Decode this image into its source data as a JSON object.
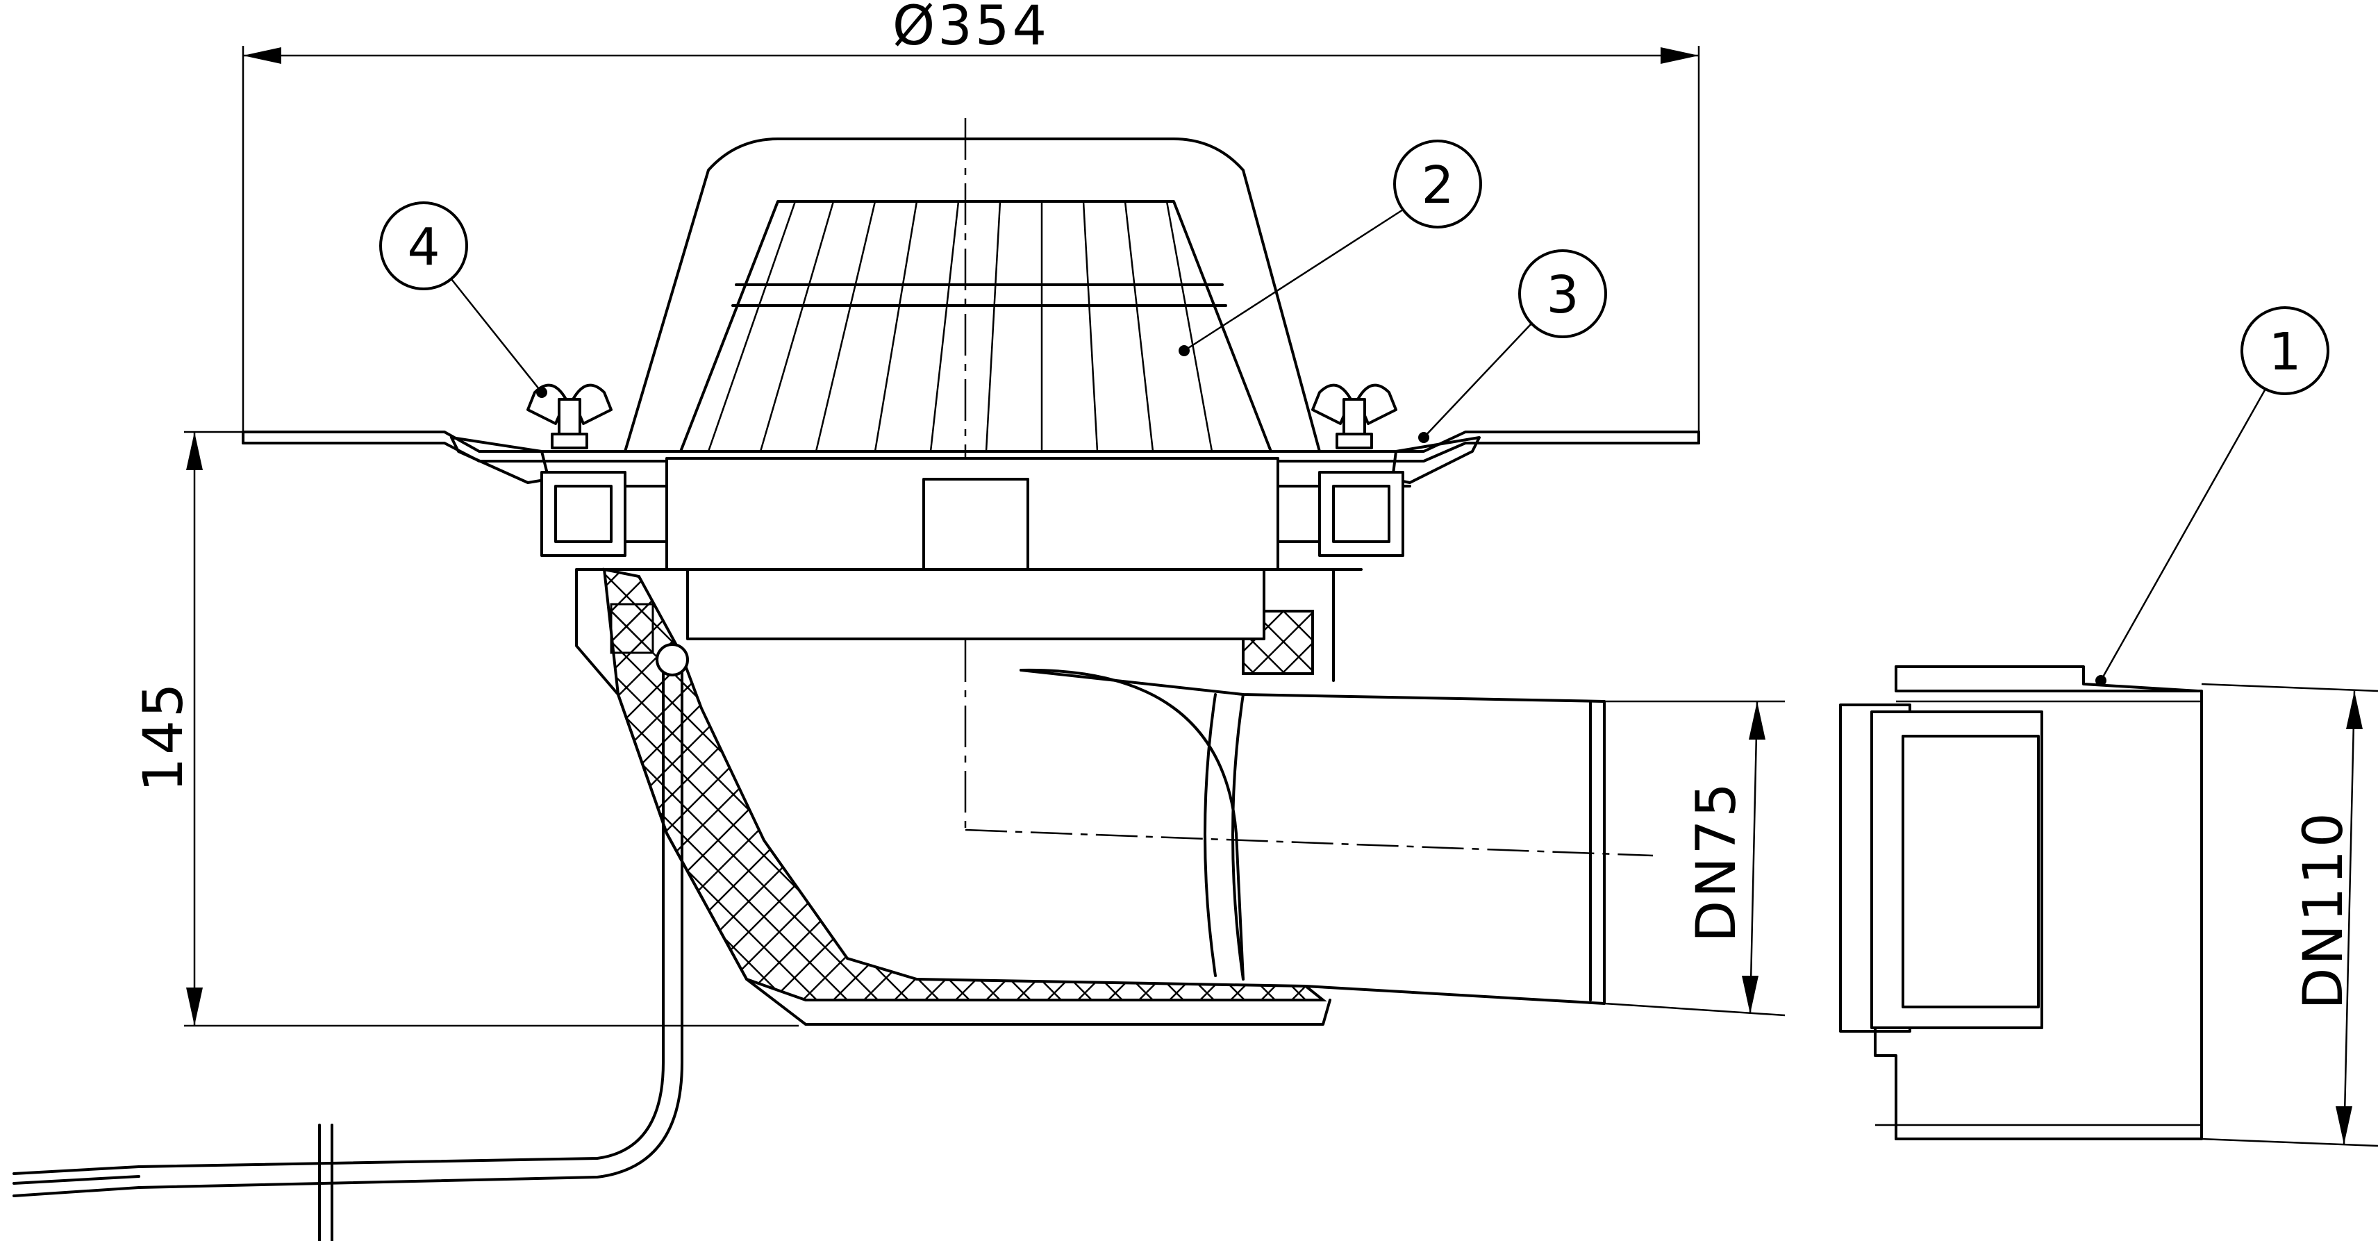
{
  "dimensions": {
    "diameter_label": "Ø354",
    "height_label": "145",
    "dn_outlet_label": "DN75",
    "dn_adapter_label": "DN110"
  },
  "callouts": [
    {
      "number": "1"
    },
    {
      "number": "2"
    },
    {
      "number": "3"
    },
    {
      "number": "4"
    }
  ]
}
